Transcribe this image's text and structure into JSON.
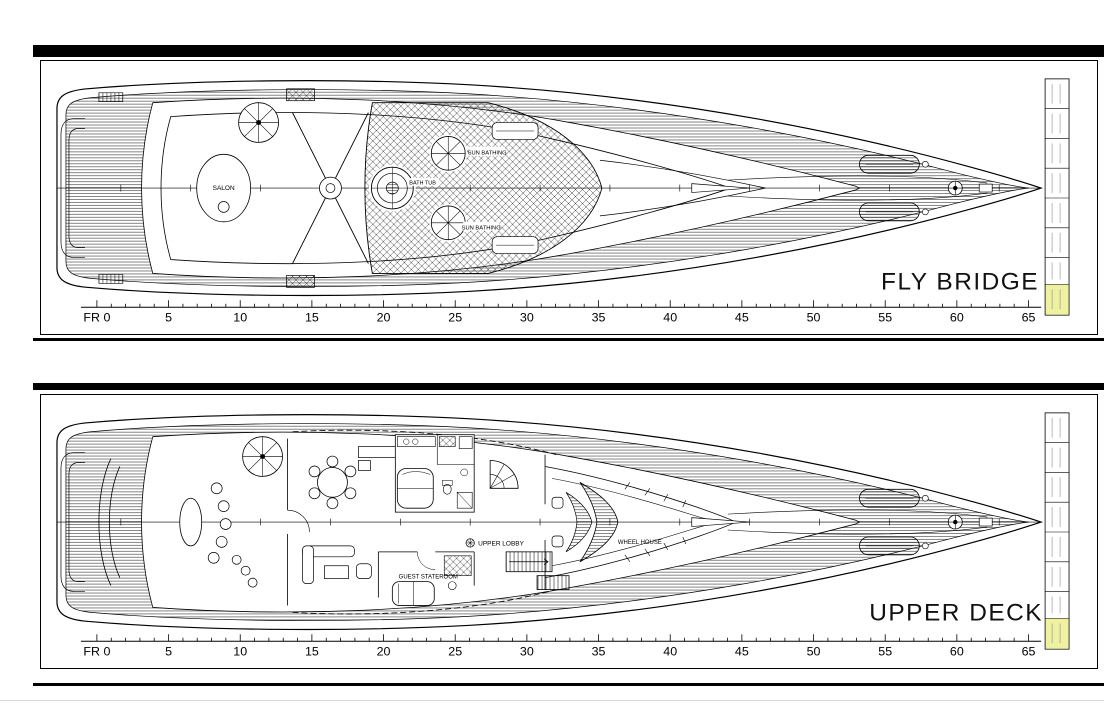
{
  "sheet": {
    "background": "#ffffff",
    "ink": "#000000",
    "highlight": "#eef2a0"
  },
  "panels": [
    {
      "id": "fly-bridge",
      "title": "FLY BRIDGE",
      "labels": {
        "salon": "SALON",
        "bath_tub": "BATH TUB",
        "sun_bathing_fwd": "SUN BATHING",
        "sun_bathing_aft": "SUN BATHING"
      },
      "ruler": {
        "labels": [
          "FR 0",
          "5",
          "10",
          "15",
          "20",
          "25",
          "30",
          "35",
          "40",
          "45",
          "50",
          "55",
          "60",
          "65"
        ]
      }
    },
    {
      "id": "upper-deck",
      "title": "UPPER DECK",
      "labels": {
        "upper_lobby": "UPPER LOBBY",
        "guest_stateroom": "GUEST STATEROOM",
        "wheel_house": "WHEEL HOUSE"
      },
      "ruler": {
        "labels": [
          "FR 0",
          "5",
          "10",
          "15",
          "20",
          "25",
          "30",
          "35",
          "40",
          "45",
          "50",
          "55",
          "60",
          "65"
        ]
      }
    }
  ]
}
